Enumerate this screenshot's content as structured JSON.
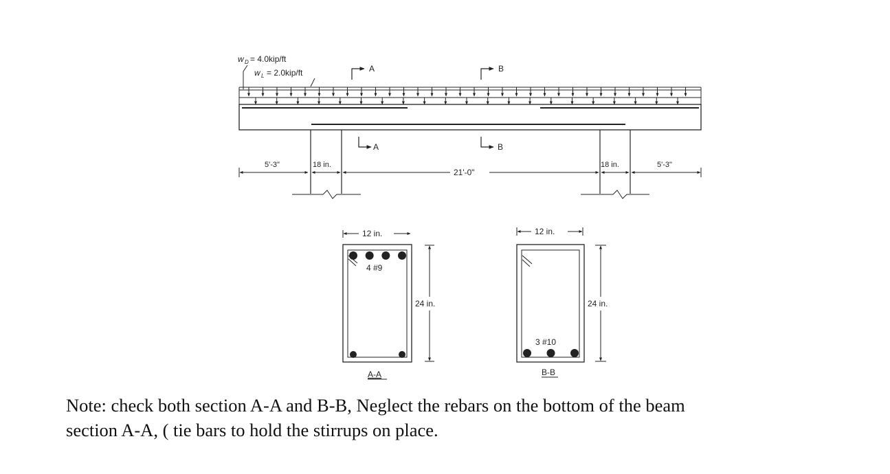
{
  "beam": {
    "dead_load_label": "w",
    "dead_load_sub": "D",
    "dead_load_value": "= 4.0kip/ft",
    "live_load_label": "w",
    "live_load_sub": "L",
    "live_load_value": "= 2.0kip/ft",
    "cut_a": "A",
    "cut_b": "B",
    "dim_overhang_left": "5'-3\"",
    "dim_support_left": "18 in.",
    "dim_span": "21'-0\"",
    "dim_support_right": "18 in.",
    "dim_overhang_right": "5'-3\""
  },
  "section_aa": {
    "width_label": "12 in.",
    "height_label": "24 in.",
    "rebar_label": "4 #9",
    "title": "A-A",
    "top_bar_count": 4,
    "bottom_bar_count": 2
  },
  "section_bb": {
    "width_label": "12 in.",
    "height_label": "24 in.",
    "rebar_label": "3 #10",
    "title": "B-B",
    "bottom_bar_count": 3
  },
  "note": {
    "line1": "Note: check both section A-A and B-B, Neglect the rebars on the bottom of the beam",
    "line2": "section A-A, ( tie bars to hold the stirrups on place."
  }
}
